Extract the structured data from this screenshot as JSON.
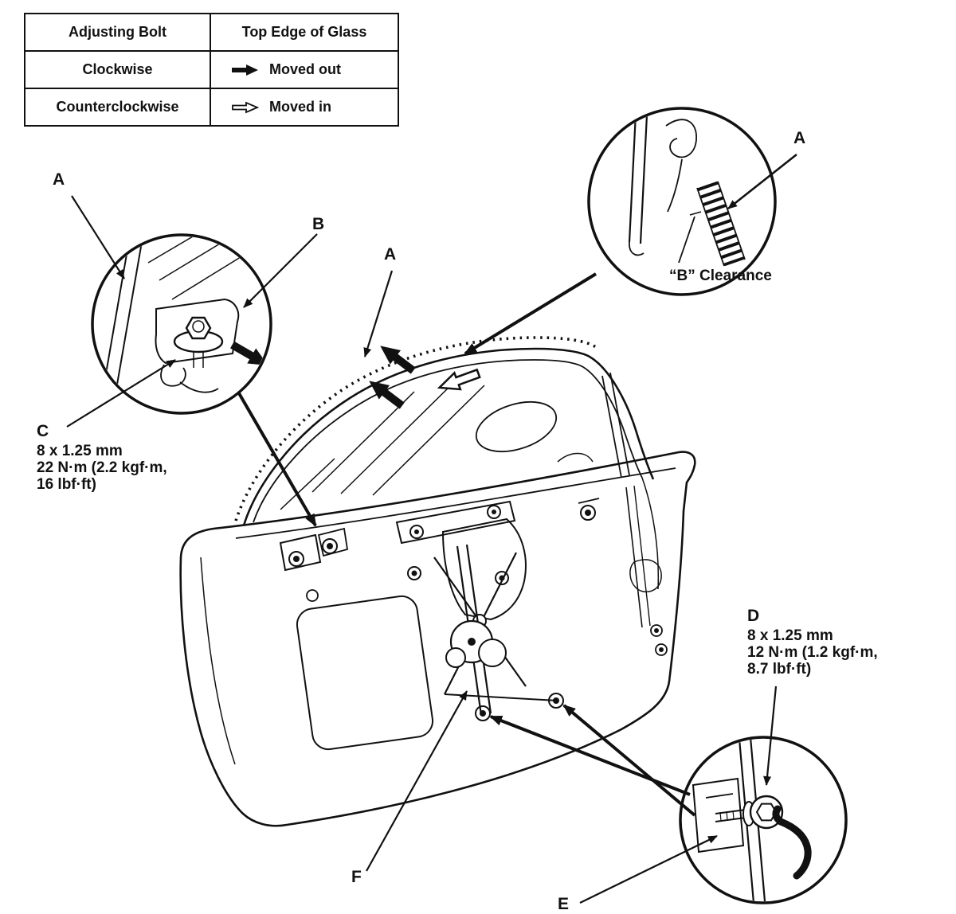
{
  "page": {
    "background": "#ffffff",
    "ink": "#111111"
  },
  "table": {
    "header": {
      "col1": "Adjusting Bolt",
      "col2": "Top Edge of Glass"
    },
    "rows": [
      {
        "action": "Clockwise",
        "result": "Moved out",
        "arrow_style": "solid"
      },
      {
        "action": "Counterclockwise",
        "result": "Moved in",
        "arrow_style": "outline"
      }
    ]
  },
  "labels": {
    "a_glass_edge": "A",
    "b_adjusting_bolt": "B",
    "a_door_top": "A",
    "a_run_channel": "A",
    "b_clearance": "“B” Clearance",
    "c_bolt": "C",
    "d_bolt": "D",
    "e_bracket": "E",
    "f_rail": "F"
  },
  "specs": {
    "c": {
      "line1": "8 x 1.25 mm",
      "line2": "22 N·m (2.2 kgf·m,",
      "line3": "16 lbf·ft)"
    },
    "d": {
      "line1": "8 x 1.25 mm",
      "line2": "12 N·m (1.2 kgf·m,",
      "line3": "8.7 lbf·ft)"
    }
  }
}
